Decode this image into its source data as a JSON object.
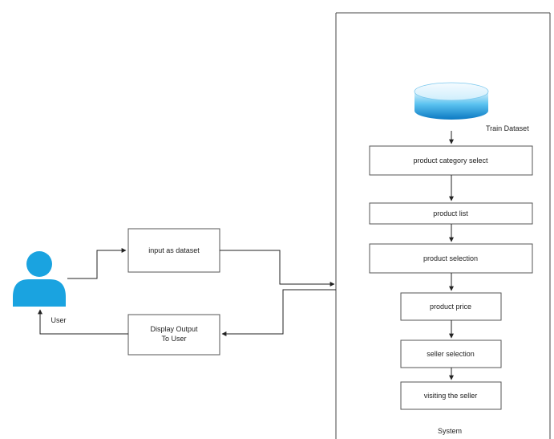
{
  "colors": {
    "accent": "#1aa3e0",
    "line": "#222222",
    "box_border": "#555555"
  },
  "actor": {
    "icon": "user-icon",
    "label": "User"
  },
  "left_boxes": {
    "input": "input as dataset",
    "output_line1": "Display Output",
    "output_line2": "To User"
  },
  "system": {
    "label": "System",
    "database_icon": "database-icon",
    "database_label": "Train Dataset",
    "steps": [
      "product category select",
      "product list",
      "product selection",
      "product price",
      "seller selection",
      "visiting the seller"
    ]
  }
}
